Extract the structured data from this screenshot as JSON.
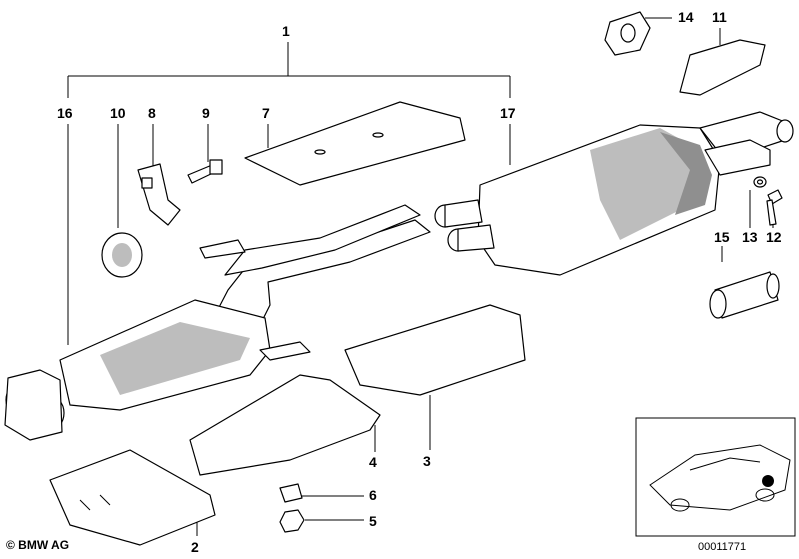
{
  "callouts": {
    "c1": "1",
    "c2": "2",
    "c3": "3",
    "c4": "4",
    "c5": "5",
    "c6": "6",
    "c7": "7",
    "c8": "8",
    "c9": "9",
    "c10": "10",
    "c11": "11",
    "c12": "12",
    "c13": "13",
    "c14": "14",
    "c15": "15",
    "c16": "16",
    "c17": "17"
  },
  "footer": {
    "copyright": "© BMW AG",
    "doc_id": "00011771"
  }
}
